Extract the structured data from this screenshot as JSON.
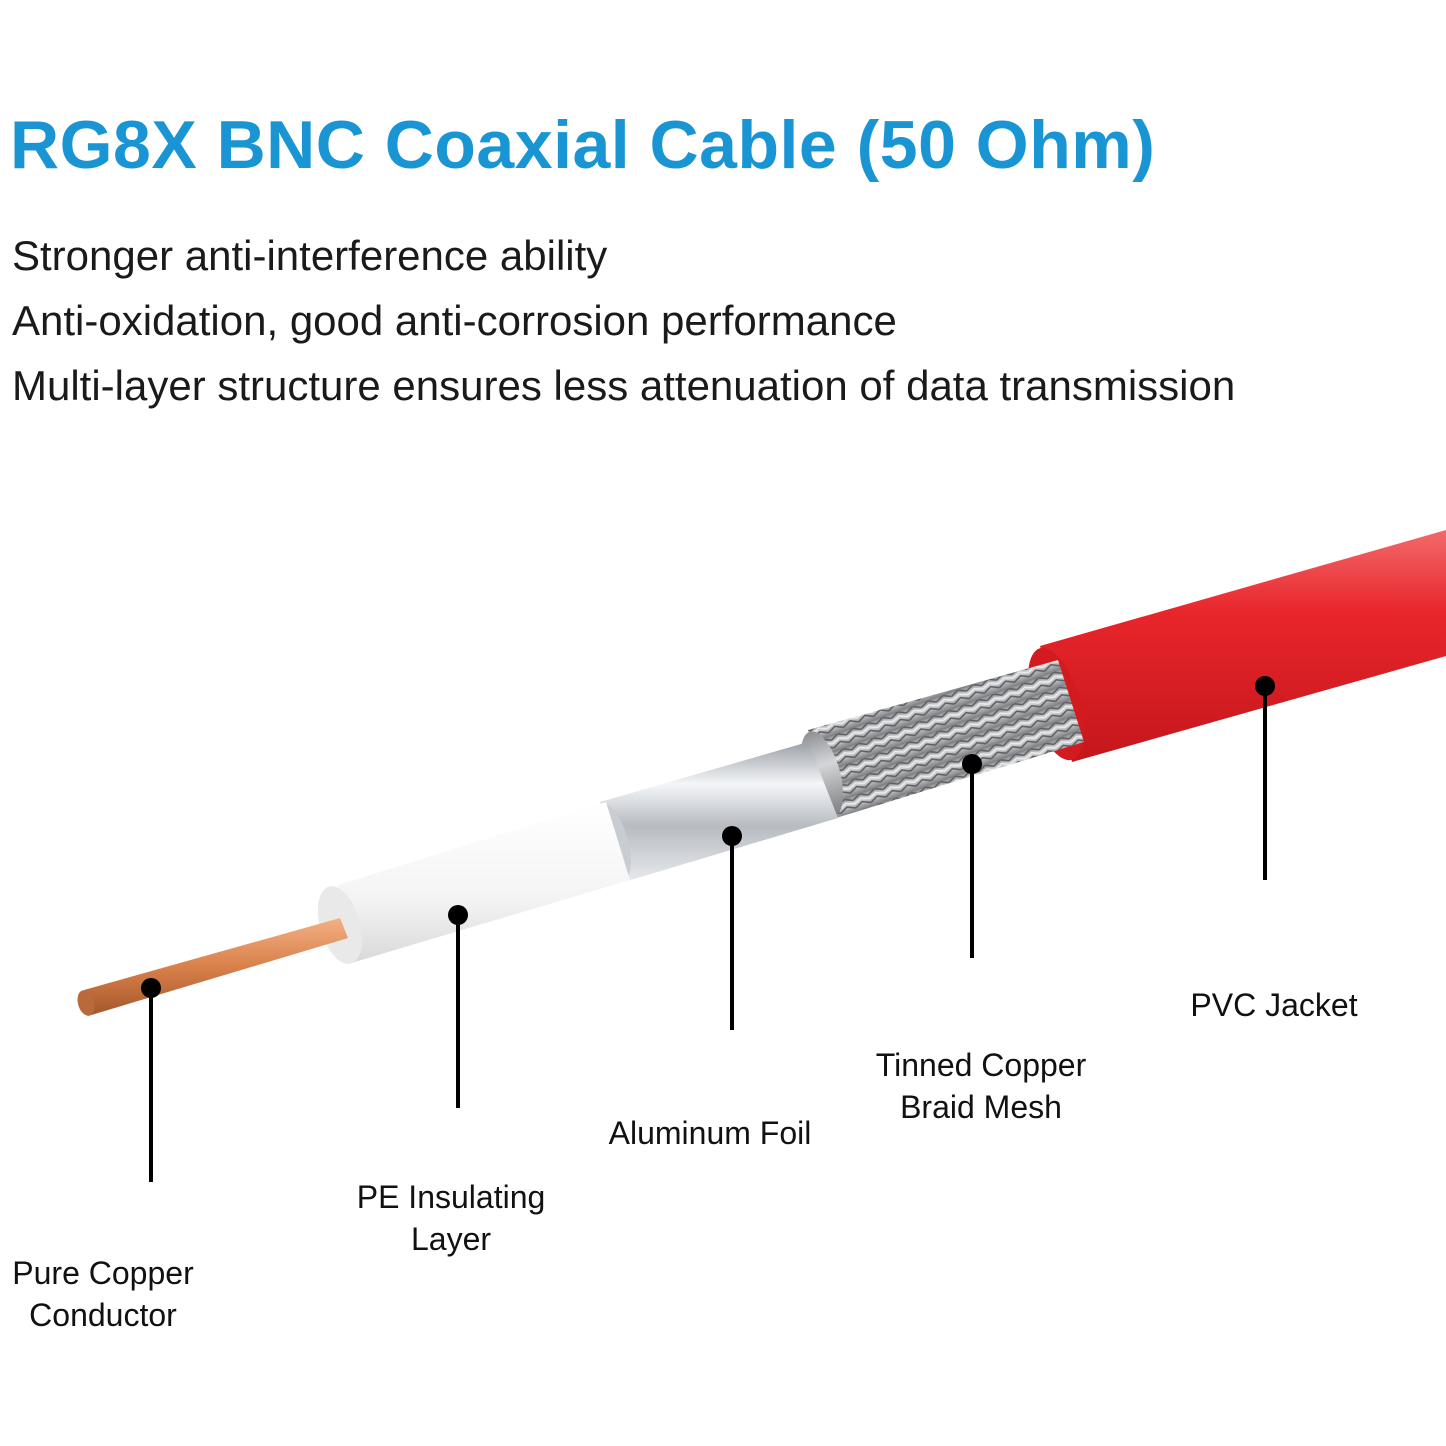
{
  "title": "RG8X BNC Coaxial Cable (50 Ohm)",
  "features": [
    "Stronger anti-interference ability",
    "Anti-oxidation, good anti-corrosion performance",
    "Multi-layer structure ensures less attenuation of data transmission"
  ],
  "layers": [
    {
      "line1": "Pure Copper",
      "line2": "Conductor"
    },
    {
      "line1": "PE Insulating",
      "line2": "Layer"
    },
    {
      "line1": "Aluminum Foil",
      "line2": ""
    },
    {
      "line1": "Tinned Copper",
      "line2": "Braid Mesh"
    },
    {
      "line1": "PVC Jacket",
      "line2": ""
    }
  ],
  "colors": {
    "title": "#1a95d3",
    "jacket": "#e8262b",
    "copper": "#d9804a",
    "insulation": "#f7f7f7",
    "foil": "#c9cdd2",
    "braid": "#a9aaad"
  }
}
